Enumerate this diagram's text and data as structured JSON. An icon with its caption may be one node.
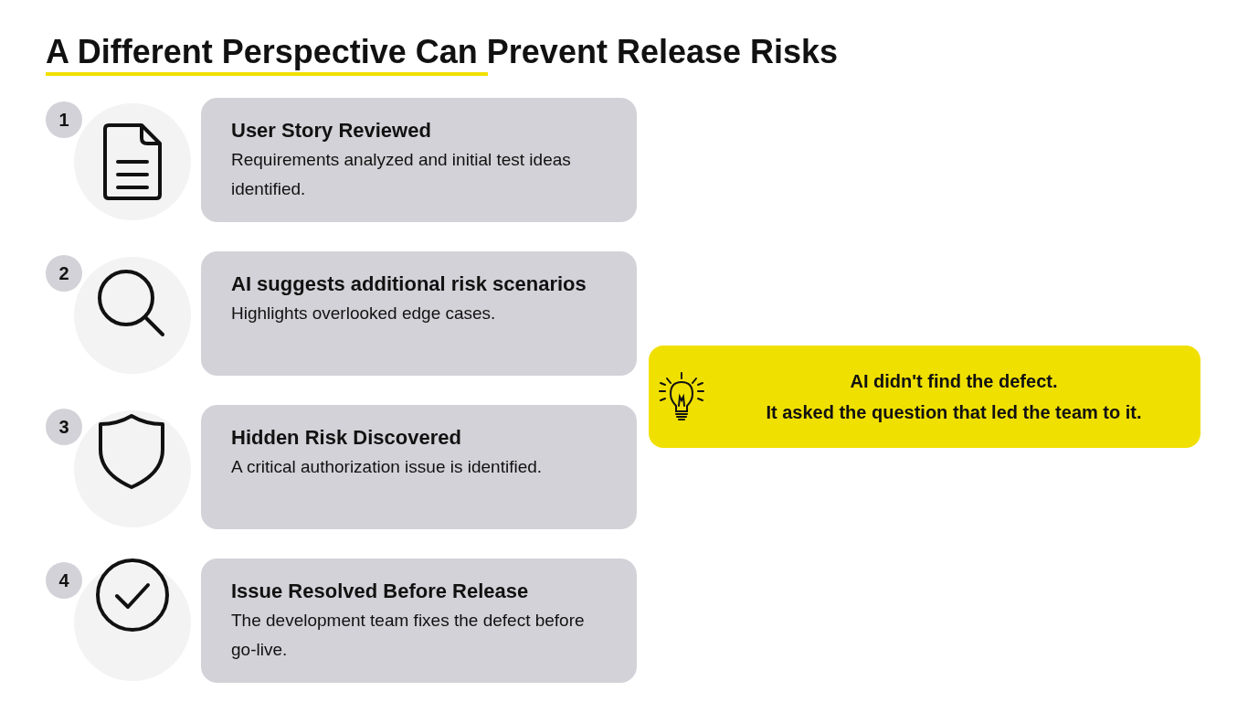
{
  "diagram": {
    "title": "A Different Perspective Can Prevent Release Risks",
    "nodes": [
      {
        "text": [
          "1"
        ]
      },
      {
        "text": [
          "User Story Reviewed",
          "Requirements analyzed and initial test ideas identified."
        ]
      },
      {
        "text": [
          "2"
        ]
      },
      {
        "text": [
          "AI suggests additional risk scenarios",
          "Highlights overlooked edge cases."
        ]
      },
      {
        "text": [
          "3"
        ]
      },
      {
        "text": [
          "Hidden Risk Discovered",
          "A critical authorization issue is identified."
        ]
      },
      {
        "text": [
          "4"
        ]
      },
      {
        "text": [
          "Issue Resolved Before Release",
          "The development team fixes the defect before go-live."
        ]
      },
      {
        "text": [
          "AI didn't find the defect.",
          "It asked the question that led the team to it."
        ]
      }
    ]
  }
}
